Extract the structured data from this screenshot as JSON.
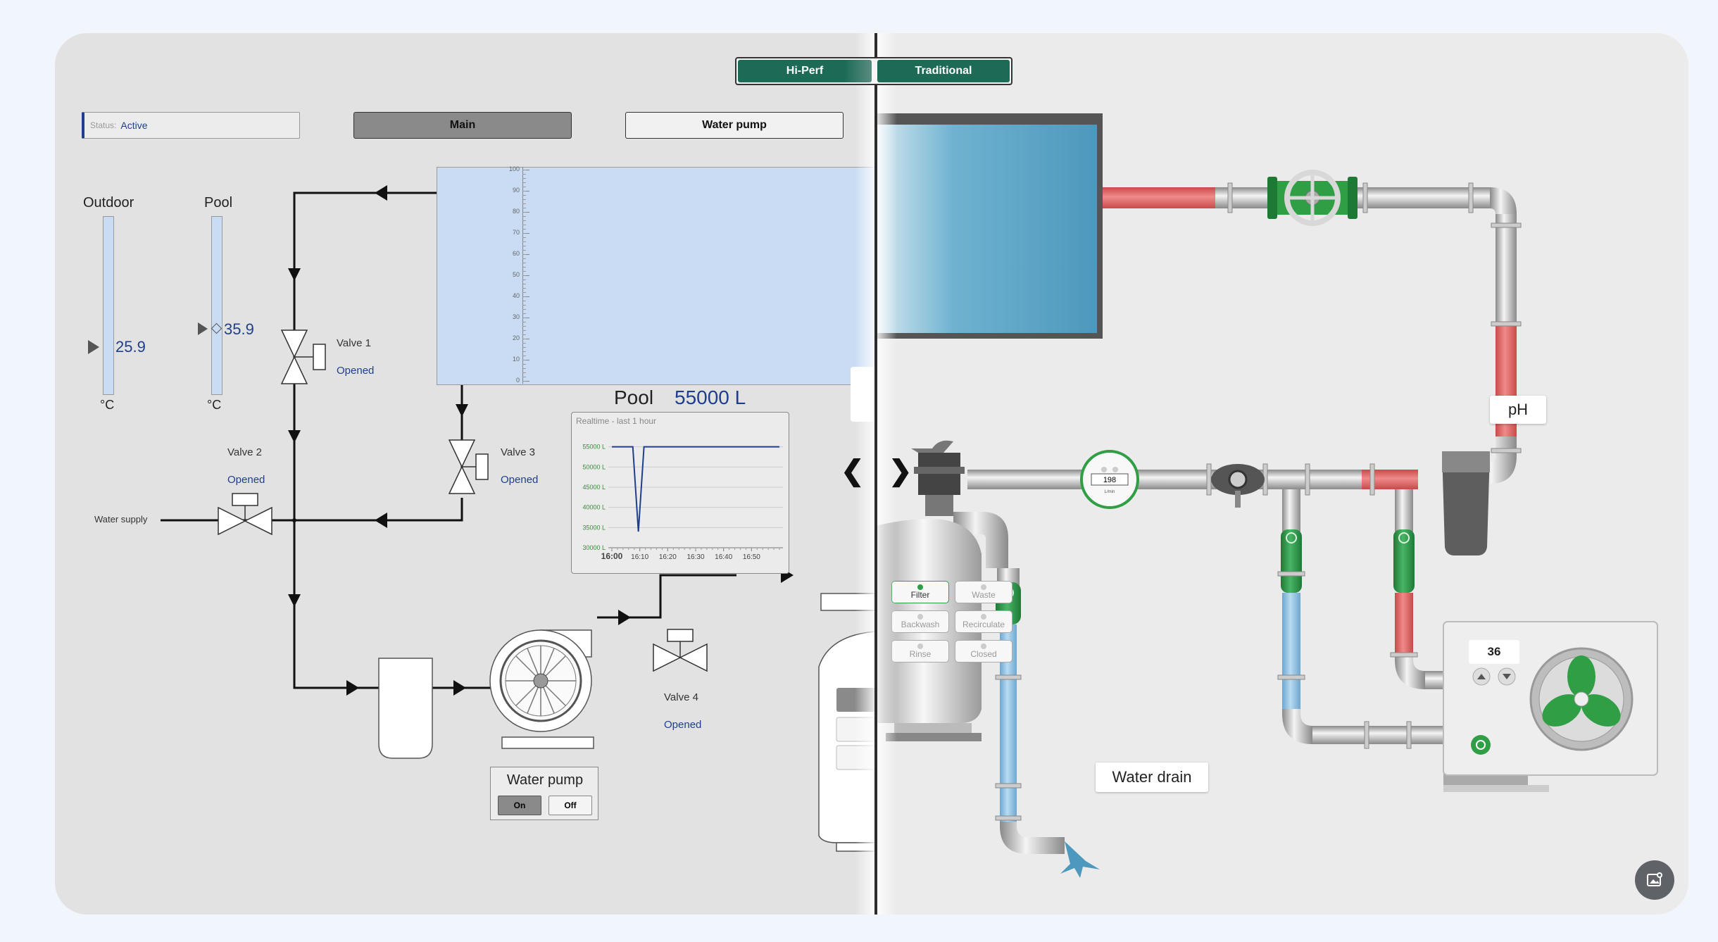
{
  "mode_switch": {
    "hi_perf": "Hi-Perf",
    "traditional": "Traditional"
  },
  "header": {
    "status_label": "Status:",
    "status_value": "Active",
    "main_button": "Main",
    "water_pump_button": "Water pump"
  },
  "thermometers": {
    "outdoor": {
      "title": "Outdoor",
      "value": "25.9",
      "unit": "°C"
    },
    "pool": {
      "title": "Pool",
      "value": "35.9",
      "unit": "°C"
    }
  },
  "tank_scale": [
    "100",
    "90",
    "80",
    "70",
    "60",
    "50",
    "40",
    "30",
    "20",
    "10",
    "0"
  ],
  "pool": {
    "label": "Pool",
    "volume": "55000 L"
  },
  "valves": [
    {
      "name": "Valve 1",
      "state": "Opened"
    },
    {
      "name": "Valve 2",
      "state": "Opened"
    },
    {
      "name": "Valve 3",
      "state": "Opened"
    },
    {
      "name": "Valve 4",
      "state": "Opened"
    }
  ],
  "water_supply": "Water supply",
  "pump_panel": {
    "title": "Water pump",
    "on": "On",
    "off": "Off"
  },
  "chart_data": {
    "type": "line",
    "title": "Realtime - last 1 hour",
    "x": [
      "16:00",
      "16:10",
      "16:20",
      "16:30",
      "16:40",
      "16:50"
    ],
    "ytick_labels": [
      "55000 L",
      "50000 L",
      "45000 L",
      "40000 L",
      "35000 L",
      "30000 L"
    ],
    "ylim": [
      30000,
      56500
    ],
    "series": [
      {
        "values_x_min": [
          0,
          5.5,
          7.5,
          9.5,
          11.5,
          60
        ],
        "values": [
          55000,
          55000,
          55000,
          34000,
          55000,
          55000
        ]
      }
    ],
    "line_color": "#1f3f8a",
    "tick_color": "#3a8a3a"
  },
  "filter_valve": {
    "options": [
      "Filter",
      "Waste",
      "Backwash",
      "Recirculate",
      "Rinse",
      "Closed"
    ],
    "selected": "Filter"
  },
  "flowmeter": {
    "value": "198",
    "unit": "L/min"
  },
  "ph_label": "pH",
  "heater": {
    "setpoint": "36"
  },
  "water_drain": "Water drain",
  "colors": {
    "accent": "#1d6b57",
    "valve_green": "#2f9e44",
    "hot_pipe": "#e06666",
    "cold_pipe": "#8ec1e6",
    "tank_fill": "#c9dcf3",
    "pool_water": "#5aa7c8"
  },
  "icons": {
    "nav_left": "chevron-left-icon",
    "nav_right": "chevron-right-icon",
    "corner": "image-settings-icon"
  }
}
